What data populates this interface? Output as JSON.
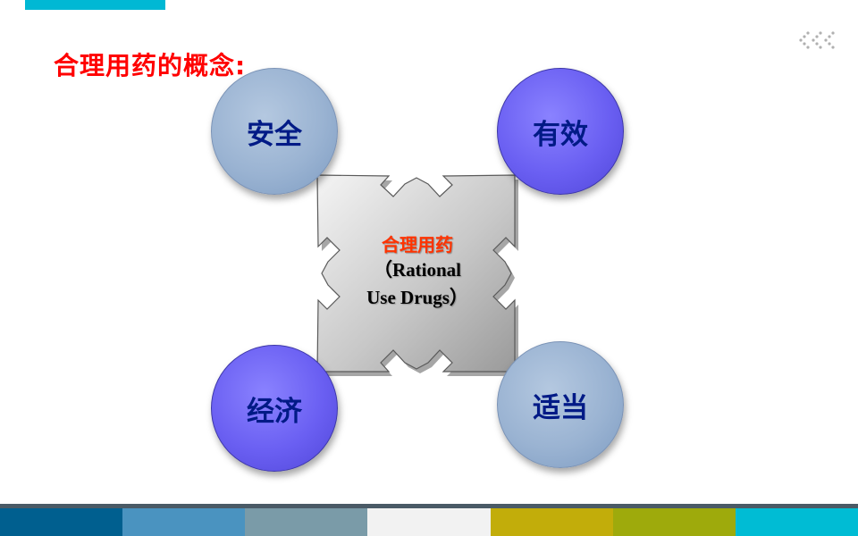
{
  "slide": {
    "title": "合理用药的概念:",
    "center_cn": "合理用药",
    "center_en_line1": "（Rational",
    "center_en_line2": "Use Drugs）"
  },
  "circles": {
    "top_left": "安全",
    "top_right": "有效",
    "bottom_left": "经济",
    "bottom_right": "适当"
  },
  "icons": {
    "decoration": "chevron-dots-icon"
  },
  "colors": {
    "title": "#ff0000",
    "circle_text": "#001a86",
    "circle_light": "#9ab3d2",
    "circle_purple": "#6a5ff2",
    "center_cn": "#ff3300",
    "top_accent": "#00b8d4",
    "bottom_bar": [
      "#005f8f",
      "#4a93c0",
      "#7a9ba8",
      "#f2f2f2",
      "#c2ad0a",
      "#9eaa0c",
      "#00bcd4"
    ]
  }
}
